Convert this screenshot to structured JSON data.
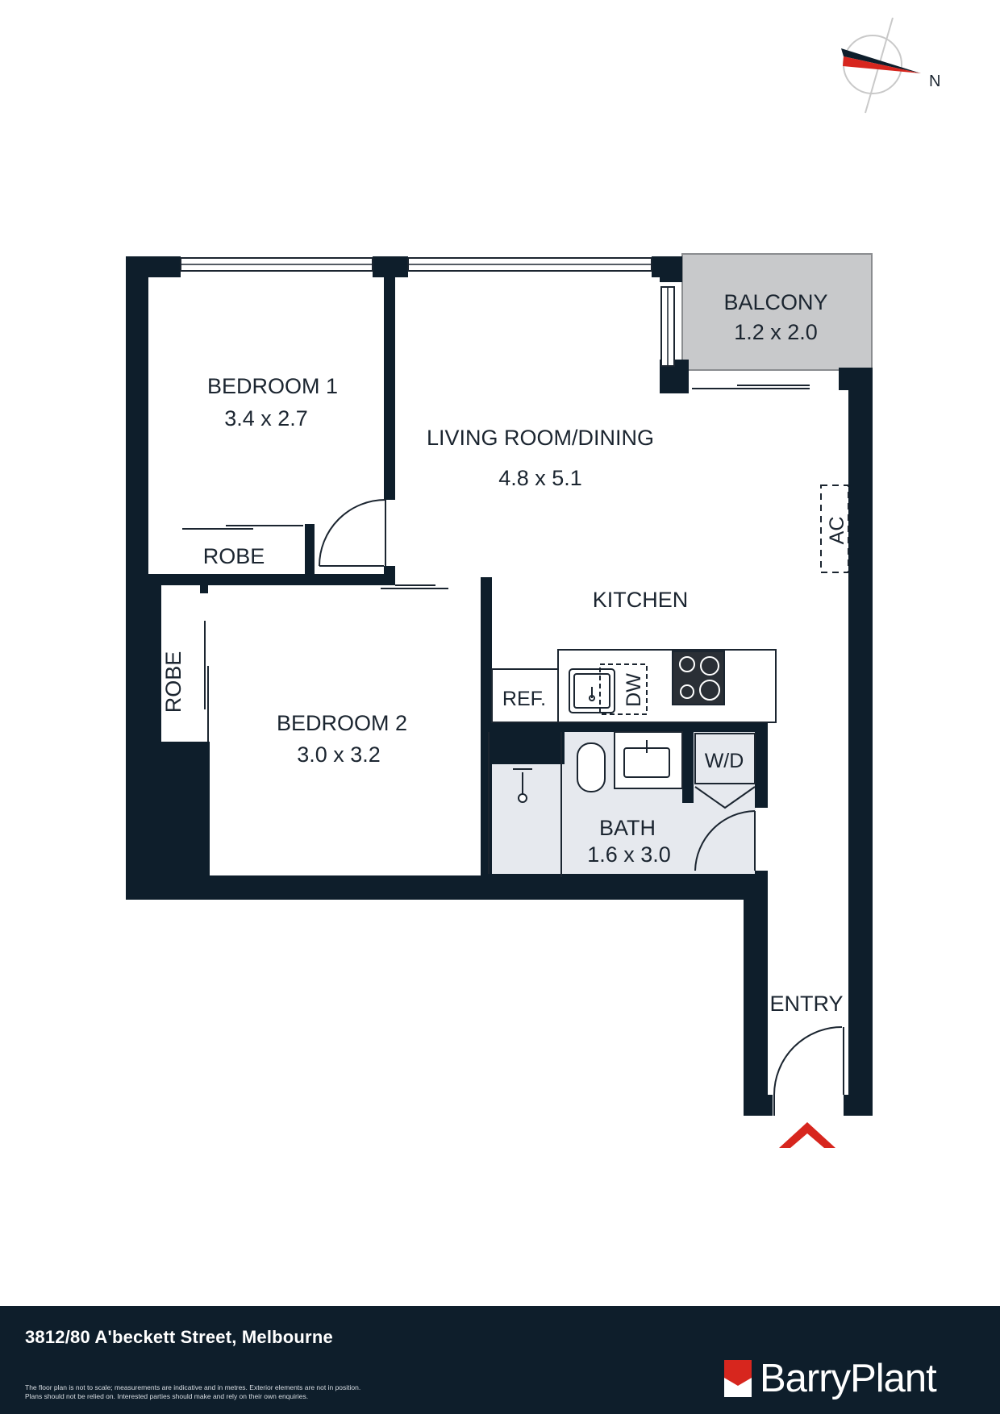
{
  "compass": {
    "north_label": "N"
  },
  "rooms": {
    "bedroom1": {
      "name": "BEDROOM 1",
      "size": "3.4 x 2.7"
    },
    "living": {
      "name": "LIVING ROOM/DINING",
      "size": "4.8 x 5.1"
    },
    "balcony": {
      "name": "BALCONY",
      "size": "1.2 x 2.0"
    },
    "bedroom2": {
      "name": "BEDROOM 2",
      "size": "3.0 x 3.2"
    },
    "bath": {
      "name": "BATH",
      "size": "1.6 x 3.0"
    },
    "kitchen": {
      "name": "KITCHEN"
    },
    "entry": {
      "name": "ENTRY"
    },
    "robe1": {
      "name": "ROBE"
    },
    "robe2": {
      "name": "ROBE"
    }
  },
  "fixtures": {
    "ref": "REF.",
    "dw": "DW",
    "wd": "W/D",
    "ac": "AC"
  },
  "footer": {
    "address": "3812/80 A'beckett Street, Melbourne",
    "disclaimer_line1": "The floor plan is not to scale; measurements are indicative and in metres. Exterior elements are not in position.",
    "disclaimer_line2": "Plans should not be relied on. Interested parties should make and rely on their own enquiries.",
    "brand": "BarryPlant"
  },
  "colors": {
    "wall": "#0e1e2b",
    "wet_area": "#e6e9ee",
    "balcony": "#c8c9cb",
    "accent": "#d7261e"
  }
}
